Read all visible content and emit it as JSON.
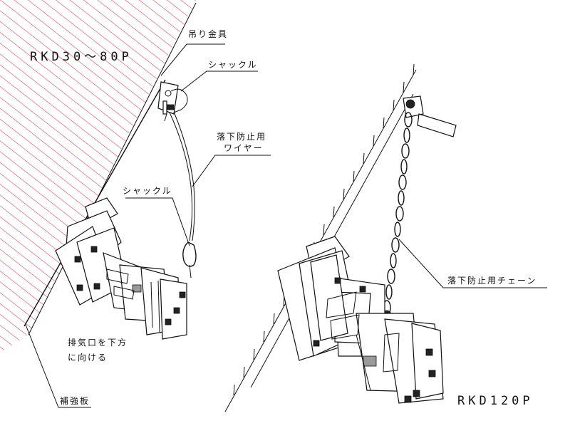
{
  "left": {
    "model": "RKD30～80P",
    "labels": {
      "hanger": "吊り金具",
      "shackle_top": "シャックル",
      "wire_line1": "落下防止用",
      "wire_line2": "ワイヤー",
      "shackle_bottom": "シャックル",
      "exhaust_line1": "排気口を下方",
      "exhaust_line2": "に向ける",
      "plate": "補強板"
    }
  },
  "right": {
    "model": "RKD120P",
    "labels": {
      "chain": "落下防止用チェーン"
    }
  },
  "colors": {
    "hatch": "#e0425b",
    "line": "#111111"
  }
}
